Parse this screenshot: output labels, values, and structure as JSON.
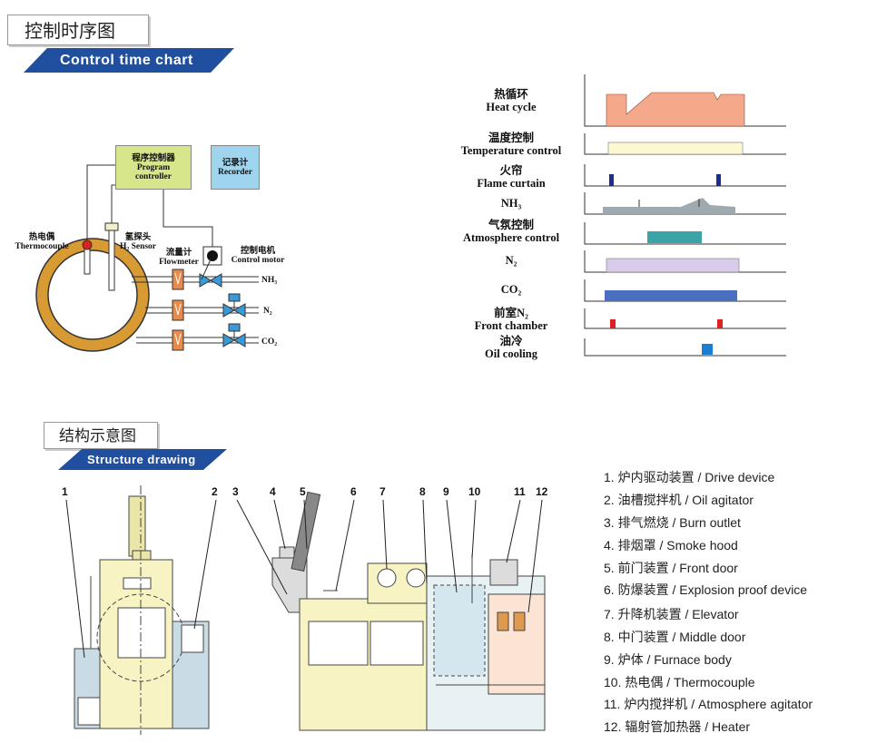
{
  "section1": {
    "cn_title": "控制时序图",
    "en_title": "Control time chart"
  },
  "section2": {
    "cn_title": "结构示意图",
    "en_title": "Structure drawing"
  },
  "process_diagram": {
    "program_controller": [
      "程序控制器",
      "Program",
      "controller"
    ],
    "recorder": [
      "记录计",
      "Recorder"
    ],
    "thermocouple": [
      "热电偶",
      "Thermocouple"
    ],
    "h2_sensor": [
      "氢探头",
      "H₂ Sensor"
    ],
    "flowmeter": [
      "流量计",
      "Flowmeter"
    ],
    "control_motor": [
      "控制电机",
      "Control motor"
    ],
    "gas_nh3": "NH₃",
    "gas_n2": "N₂",
    "gas_co2": "CO₂"
  },
  "timing": {
    "rows": [
      {
        "cn": "热循环",
        "en": "Heat cycle"
      },
      {
        "cn": "温度控制",
        "en": "Temperature control"
      },
      {
        "cn": "火帘",
        "en": "Flame curtain"
      },
      {
        "cn": "",
        "en": "NH₃"
      },
      {
        "cn": "气氛控制",
        "en": "Atmosphere control"
      },
      {
        "cn": "",
        "en": "N₂"
      },
      {
        "cn": "",
        "en": "CO₂"
      },
      {
        "cn": "前室N₂",
        "en": "Front chamber"
      },
      {
        "cn": "油冷",
        "en": "Oil cooling"
      }
    ],
    "colors": {
      "heat_cycle": "#f4a98a",
      "temperature": "#fdf8cf",
      "flame": "#1e2d8a",
      "nh3": "#9eaab0",
      "atmosphere": "#3aa4a6",
      "n2": "#d9ccea",
      "co2": "#4a6fc0",
      "front_chamber": "#e02020",
      "oil": "#1a7fd0"
    }
  },
  "structure": {
    "callouts": [
      "1",
      "2",
      "3",
      "4",
      "5",
      "6",
      "7",
      "8",
      "9",
      "10",
      "11",
      "12"
    ],
    "legend": [
      "1. 炉内驱动装置 / Drive device",
      "2. 油槽搅拌机 / Oil agitator",
      "3. 排气燃烧 / Burn outlet",
      "4. 排烟罩 / Smoke hood",
      "5. 前门装置 / Front door",
      "6. 防爆装置 / Explosion proof device",
      "7. 升降机装置 / Elevator",
      "8. 中门装置 / Middle door",
      "9. 炉体 / Furnace body",
      "10. 热电偶 / Thermocouple",
      "11. 炉内搅拌机 / Atmosphere agitator",
      "12. 辐射管加热器 / Heater"
    ]
  }
}
